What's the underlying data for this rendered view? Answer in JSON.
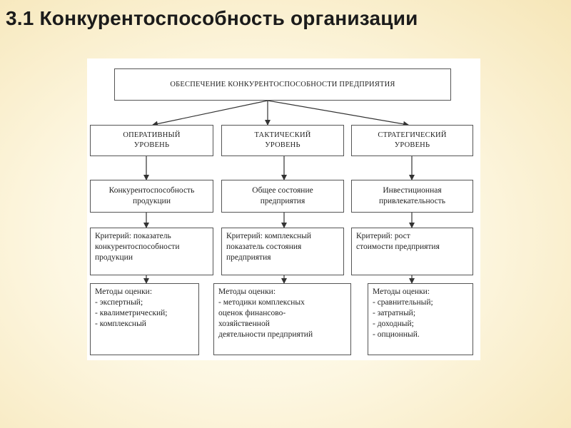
{
  "slide": {
    "title": "3.1 Конкурентоспособность организации"
  },
  "diagram": {
    "root": "Обеспечение конкурентоспособности предприятия",
    "levels": [
      {
        "name": "Оперативный\nуровень",
        "indicator": "Конкурентоспособность\nпродукции",
        "criterion": "Критерий: показатель\nконкурентоспособности\nпродукции",
        "methods": "Методы оценки:\n- экспертный;\n- квалиметрический;\n- комплексный"
      },
      {
        "name": "Тактический\nуровень",
        "indicator": "Общее состояние\nпредприятия",
        "criterion": "Критерий: комплексный\nпоказатель состояния\nпредприятия",
        "methods": "Методы оценки:\n- методики комплексных\nоценок финансово-\nхозяйственной\nдеятельности предприятий"
      },
      {
        "name": "Стратегический\nуровень",
        "indicator": "Инвестиционная\nпривлекательность",
        "criterion": "Критерий: рост\nстоимости предприятия",
        "methods": "Методы оценки:\n- сравнительный;\n- затратный;\n- доходный;\n- опционный."
      }
    ]
  }
}
